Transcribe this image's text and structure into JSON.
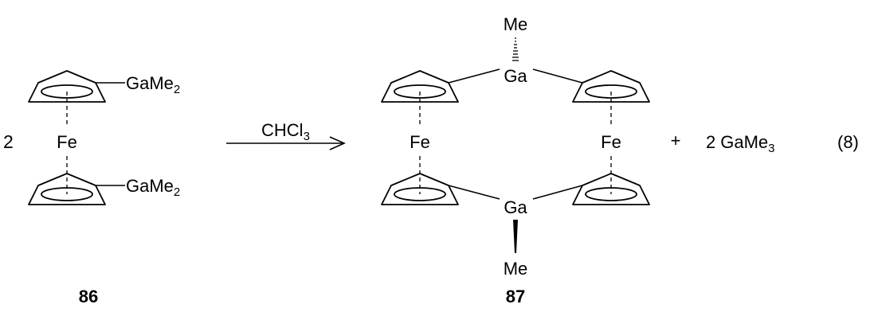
{
  "scheme": {
    "reactant": {
      "coefficient": "2",
      "metal": "Fe",
      "top_substituent": {
        "main": "GaMe",
        "sub": "2"
      },
      "bottom_substituent": {
        "main": "GaMe",
        "sub": "2"
      },
      "compound_number": "86"
    },
    "arrow": {
      "reagent": {
        "main": "CHCl",
        "sub": "3"
      }
    },
    "product": {
      "metal_left": "Fe",
      "metal_right": "Fe",
      "top_ga": "Ga",
      "bottom_ga": "Ga",
      "top_me": "Me",
      "bottom_me": "Me",
      "compound_number": "87"
    },
    "plus": "+",
    "byproduct": {
      "coefficient": "2",
      "main": "GaMe",
      "sub": "3"
    },
    "equation_number": "(8)"
  }
}
